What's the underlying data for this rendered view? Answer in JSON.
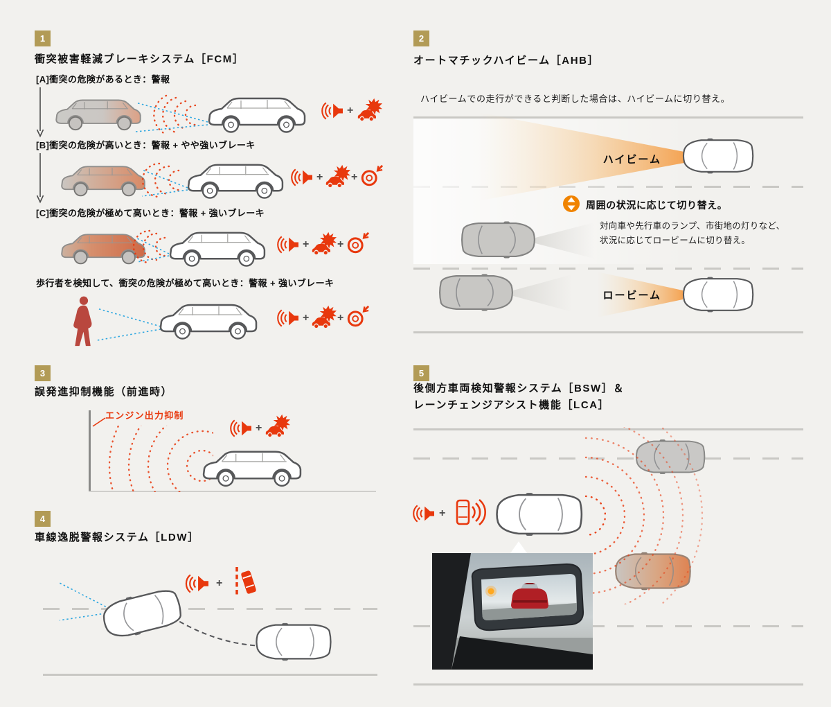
{
  "colors": {
    "background": "#f2f1ee",
    "badge_gold": "#b29b56",
    "alert_red": "#e8380d",
    "beam_orange": "#f08300",
    "road_line_gray": "#c9c8c4",
    "detection_blue": "#2ea7e0"
  },
  "icons": {
    "alarm": "alarm-speaker-icon",
    "collision": "collision-burst-icon",
    "brake": "brake-tire-icon",
    "lane_departure": "lane-departure-icon",
    "blind_spot_warning": "blind-spot-warning-icon",
    "beam_switch": "beam-switch-arrows-icon"
  },
  "glyphs": {
    "plus": "+"
  },
  "sections": {
    "fcm": {
      "number": "1",
      "title": "衝突被害軽減ブレーキシステム［FCM］",
      "rows": [
        {
          "label": "[A]衝突の危険があるとき：警報"
        },
        {
          "label": "[B]衝突の危険が高いとき：警報 + やや強いブレーキ"
        },
        {
          "label": "[C]衝突の危険が極めて高いとき：警報 + 強いブレーキ"
        },
        {
          "label": "歩行者を検知して、衝突の危険が極めて高いとき：警報 + 強いブレーキ"
        }
      ]
    },
    "ahb": {
      "number": "2",
      "title": "オートマチックハイビーム［AHB］",
      "intro": "ハイビームでの走行ができると判断した場合は、ハイビームに切り替え。",
      "high_beam_label": "ハイビーム",
      "switch_note": "周囲の状況に応じて切り替え。",
      "low_beam_note_line1": "対向車や先行車のランプ、市街地の灯りなど、",
      "low_beam_note_line2": "状況に応じてロービームに切り替え。",
      "low_beam_label": "ロービーム"
    },
    "false_start": {
      "number": "3",
      "title": "誤発進抑制機能（前進時）",
      "callout": "エンジン出力抑制"
    },
    "ldw": {
      "number": "4",
      "title": "車線逸脱警報システム［LDW］"
    },
    "bsw": {
      "number": "5",
      "title_line1": "後側方車両検知警報システム［BSW］＆",
      "title_line2": "レーンチェンジアシスト機能［LCA］"
    }
  }
}
